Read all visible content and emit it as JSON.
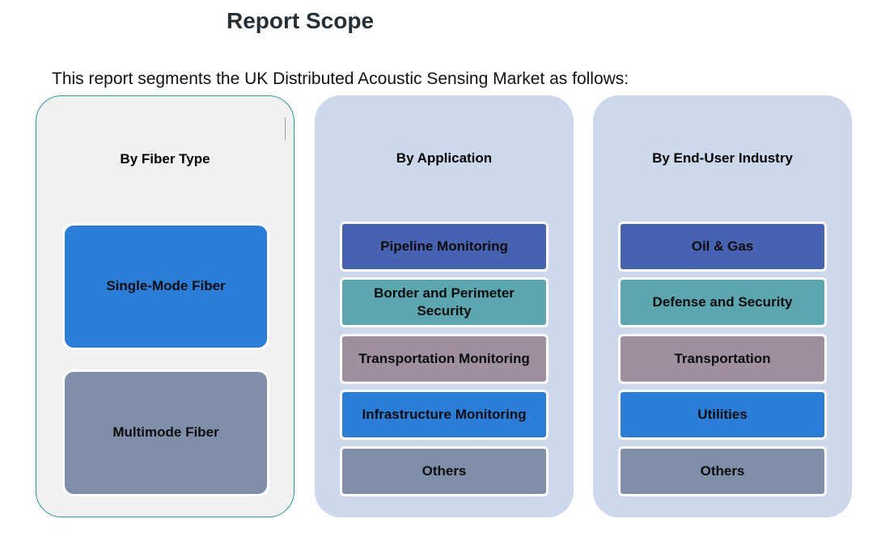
{
  "title": "Report Scope",
  "subtitle": "This report segments the UK Distributed Acoustic Sensing Market as follows:",
  "colors": {
    "blue": "#2a7ed8",
    "indigo": "#4762b0",
    "teal": "#5ba6af",
    "mauve": "#9e909f",
    "slate": "#7f8ea9",
    "panel_gray": "#f1f1f1",
    "panel_blue": "#cdd8ed",
    "panel_border": "#2a9a9a"
  },
  "panels": [
    {
      "title": "By Fiber Type",
      "items": [
        {
          "label": "Single-Mode Fiber",
          "color": "#2a7ed8"
        },
        {
          "label": "Multimode Fiber",
          "color": "#7f8ea9"
        }
      ]
    },
    {
      "title": "By Application",
      "items": [
        {
          "label": "Pipeline Monitoring",
          "color": "#4762b0"
        },
        {
          "label": "Border and Perimeter Security",
          "color": "#5ba6af"
        },
        {
          "label": "Transportation Monitoring",
          "color": "#9e909f"
        },
        {
          "label": "Infrastructure Monitoring",
          "color": "#2a7ed8"
        },
        {
          "label": "Others",
          "color": "#7f8ea9"
        }
      ]
    },
    {
      "title": "By End-User Industry",
      "items": [
        {
          "label": "Oil & Gas",
          "color": "#4762b0"
        },
        {
          "label": "Defense and Security",
          "color": "#5ba6af"
        },
        {
          "label": "Transportation",
          "color": "#9e909f"
        },
        {
          "label": "Utilities",
          "color": "#2a7ed8"
        },
        {
          "label": "Others",
          "color": "#7f8ea9"
        }
      ]
    }
  ]
}
